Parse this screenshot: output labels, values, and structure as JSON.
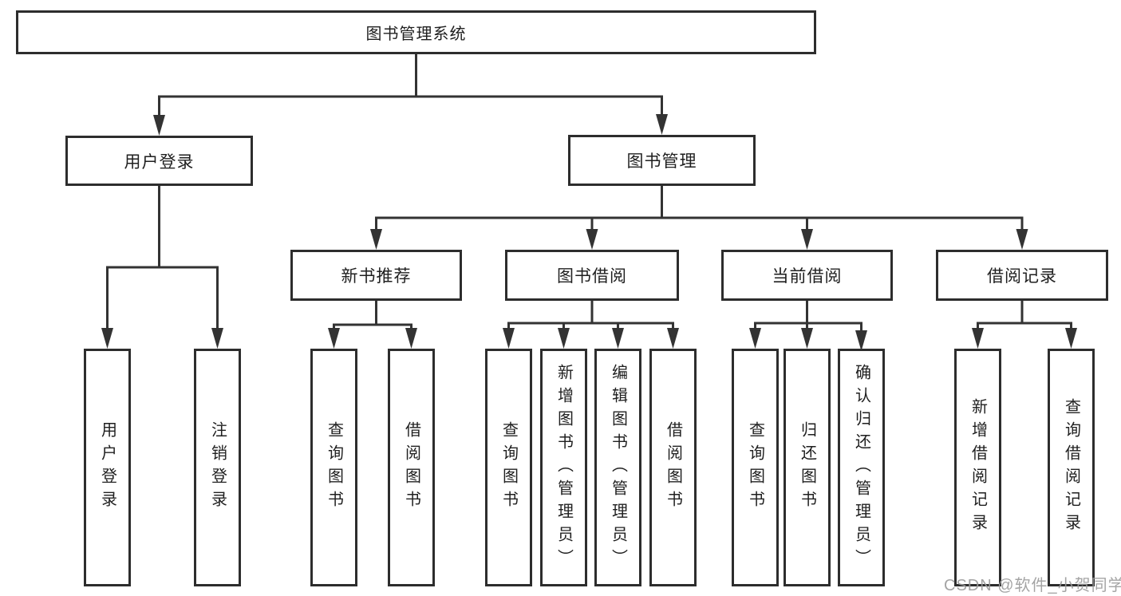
{
  "diagram": {
    "title": "图书管理系统",
    "colors": {
      "line": "#333333",
      "box_border": "#2d2d2d",
      "box_fill": "#ffffff",
      "text": "#1f1f1f",
      "watermark": "#9b9b9b",
      "background": "#ffffff"
    },
    "tree": {
      "root": {
        "label": "图书管理系统"
      },
      "level2": [
        {
          "label": "用户登录"
        },
        {
          "label": "图书管理"
        }
      ],
      "level3": [
        {
          "label": "新书推荐",
          "parent": "图书管理"
        },
        {
          "label": "图书借阅",
          "parent": "图书管理"
        },
        {
          "label": "当前借阅",
          "parent": "图书管理"
        },
        {
          "label": "借阅记录",
          "parent": "图书管理"
        }
      ],
      "leaves": [
        {
          "label": "用户登录",
          "parent": "用户登录"
        },
        {
          "label": "注销登录",
          "parent": "用户登录"
        },
        {
          "label": "查询图书",
          "parent": "新书推荐"
        },
        {
          "label": "借阅图书",
          "parent": "新书推荐"
        },
        {
          "label": "查询图书",
          "parent": "图书借阅"
        },
        {
          "label": "新增图书（管理员）",
          "parent": "图书借阅"
        },
        {
          "label": "编辑图书（管理员）",
          "parent": "图书借阅"
        },
        {
          "label": "借阅图书",
          "parent": "图书借阅"
        },
        {
          "label": "查询图书",
          "parent": "当前借阅"
        },
        {
          "label": "归还图书",
          "parent": "当前借阅"
        },
        {
          "label": "确认归还（管理员）",
          "parent": "当前借阅"
        },
        {
          "label": "新增借阅记录",
          "parent": "借阅记录"
        },
        {
          "label": "查询借阅记录",
          "parent": "借阅记录"
        }
      ]
    },
    "watermark": "CSDN @软件_小贺同学"
  }
}
